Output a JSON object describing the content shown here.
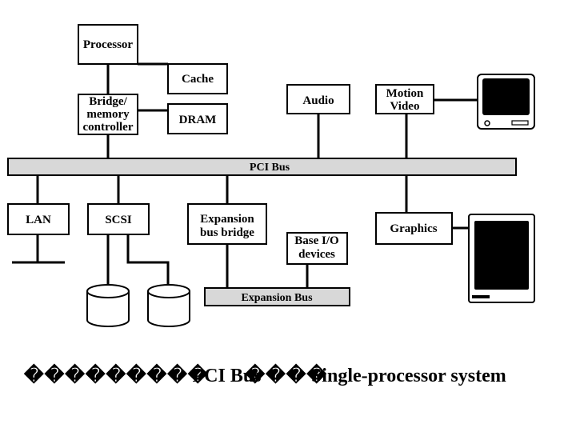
{
  "diagram": {
    "processor": "Processor",
    "cache": "Cache",
    "bridge_lines": [
      "Bridge/",
      "memory",
      "controller"
    ],
    "dram": "DRAM",
    "audio": "Audio",
    "motion_video_lines": [
      "Motion",
      "Video"
    ],
    "pci_bus": "PCI Bus",
    "lan": "LAN",
    "scsi": "SCSI",
    "expansion_bridge_lines": [
      "Expansion",
      "bus bridge"
    ],
    "base_io_lines": [
      "Base I/O",
      "devices"
    ],
    "graphics": "Graphics",
    "expansion_bus": "Expansion Bus"
  },
  "caption": {
    "glyphs_1": "���������",
    "pci_bus": "PCI Bus",
    "glyphs_2": "����",
    "title": "Single-processor system"
  }
}
